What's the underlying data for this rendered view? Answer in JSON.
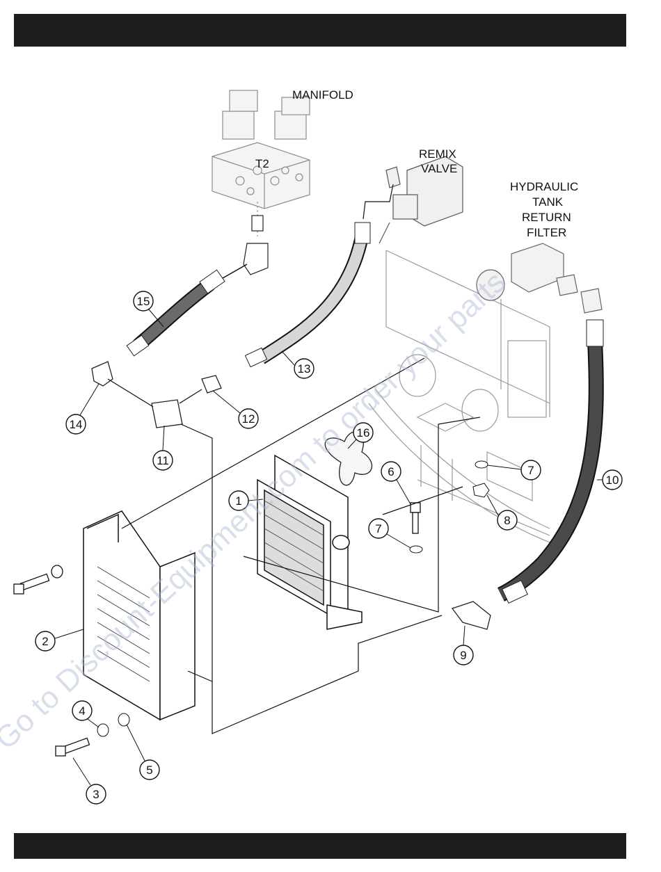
{
  "component_labels": {
    "manifold": "MANIFOLD",
    "remix_valve": [
      "REMIX",
      "VALVE"
    ],
    "filter": [
      "HYDRAULIC",
      "TANK",
      "RETURN",
      "FILTER"
    ],
    "port": "T2"
  },
  "callouts": [
    "1",
    "2",
    "3",
    "4",
    "5",
    "6",
    "7",
    "7",
    "8",
    "9",
    "10",
    "11",
    "12",
    "13",
    "14",
    "15",
    "16"
  ],
  "watermark": "Go to Discount-Equipment.com to order your parts",
  "colors": {
    "bars": "#1e1e1e",
    "lines": "#111111",
    "ghost_lines": "#9a9a9a",
    "hose_dark": "#4a4a4a",
    "hose_light": "#d6d6d6"
  }
}
